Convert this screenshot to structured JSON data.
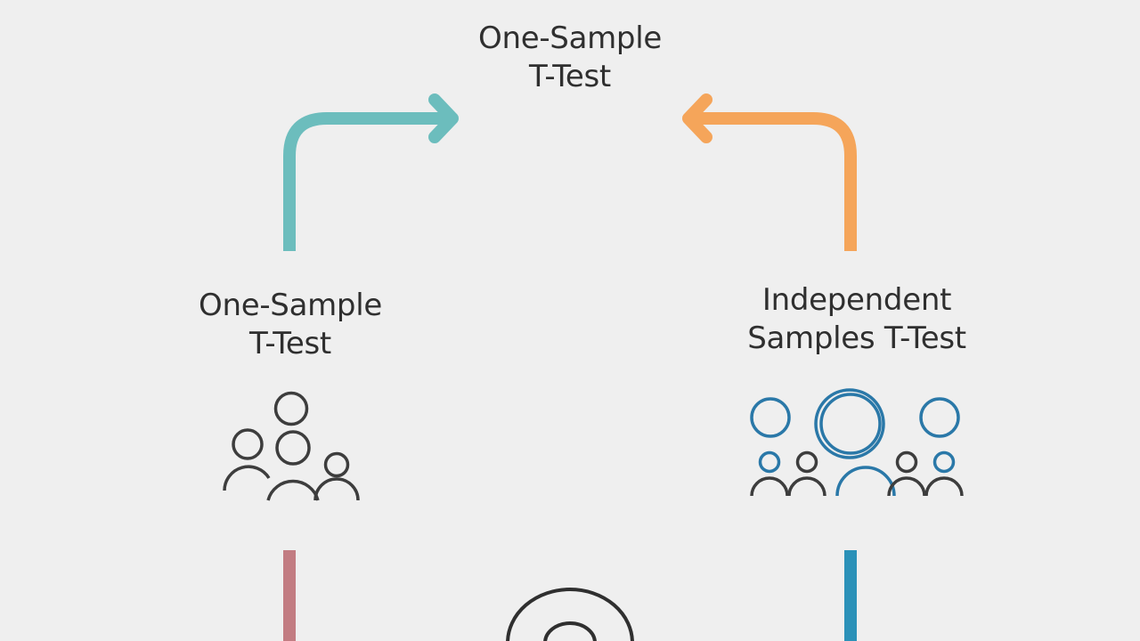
{
  "nodes": {
    "top": {
      "line1": "One-Sample",
      "line2": "T-Test"
    },
    "left": {
      "line1": "One-Sample",
      "line2": "T-Test",
      "icon": "group-people-icon"
    },
    "right": {
      "line1": "Independent",
      "line2": "Samples T-Test",
      "icon": "two-groups-people-icon"
    }
  },
  "colors": {
    "background": "#efefef",
    "text": "#2f2f2f",
    "arrow_left": "#6cbdbd",
    "arrow_right": "#f5a55a",
    "line_bottom_left": "#c27c82",
    "line_bottom_right": "#2b91b8",
    "icon_dark": "#3d3d3d",
    "icon_blue": "#2a78a8"
  }
}
